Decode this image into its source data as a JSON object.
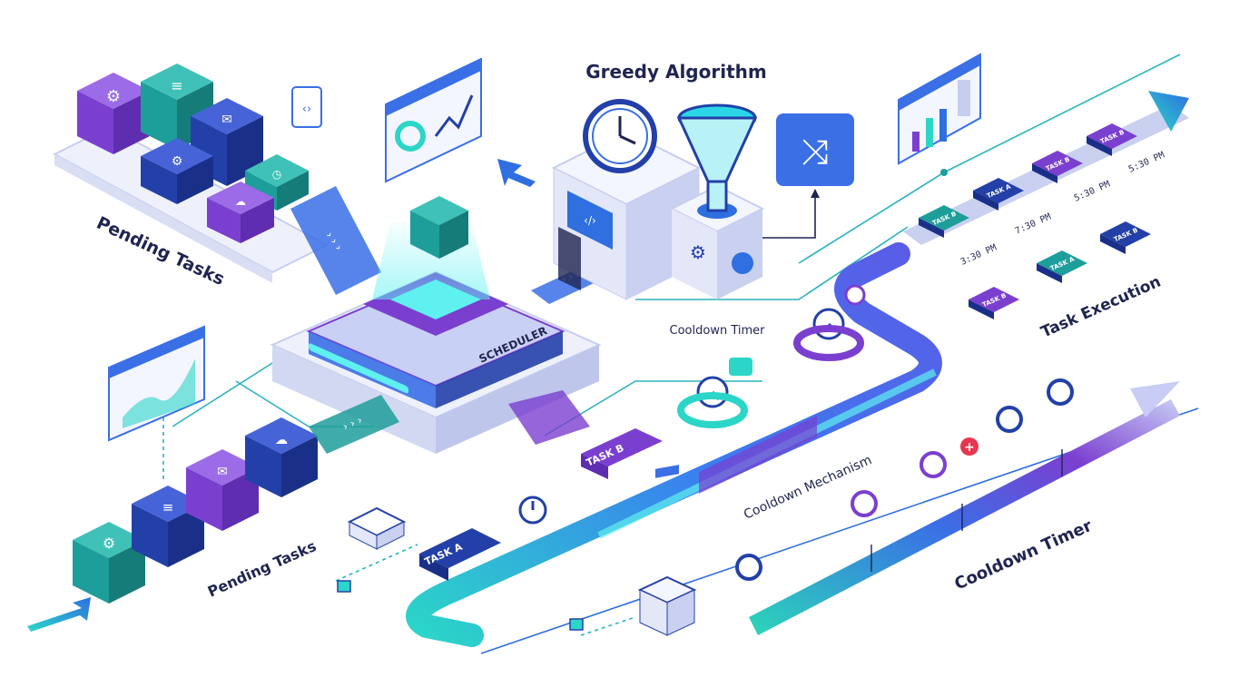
{
  "labels": {
    "greedy_algorithm": "Greedy Algorithm",
    "pending_tasks_top": "Pending Tasks",
    "pending_tasks_bottom": "Pending Tasks",
    "scheduler": "SCHEDULER",
    "cooldown_timer_small": "Cooldown Timer",
    "cooldown_mechanism": "Cooldown Mechanism",
    "cooldown_timer_large": "Cooldown Timer",
    "task_execution": "Task Execution",
    "task_a": "TASK A",
    "task_b": "TASK B"
  },
  "exec_tasks": [
    "TASK B",
    "TASK A",
    "TASK B",
    "TASK B",
    "TASK B",
    "TASK A",
    "TASK B"
  ],
  "times": [
    "3:30 PM",
    "7:30 PM",
    "5:30 PM",
    "5:30 PM"
  ],
  "colors": {
    "purple": "#7b3fd0",
    "teal": "#1e9e9a",
    "navy": "#2340a8",
    "blue": "#2f6fe0",
    "cyan": "#2bd6e6",
    "green": "#22b8a0",
    "line": "#2bb3c0",
    "text": "#1f2450"
  },
  "icons": [
    "gear-icon",
    "database-icon",
    "mail-icon",
    "clock-icon",
    "cloud-icon",
    "shuffle-icon",
    "funnel-icon",
    "stopwatch-icon",
    "chart-icon",
    "code-icon",
    "plus-icon"
  ]
}
